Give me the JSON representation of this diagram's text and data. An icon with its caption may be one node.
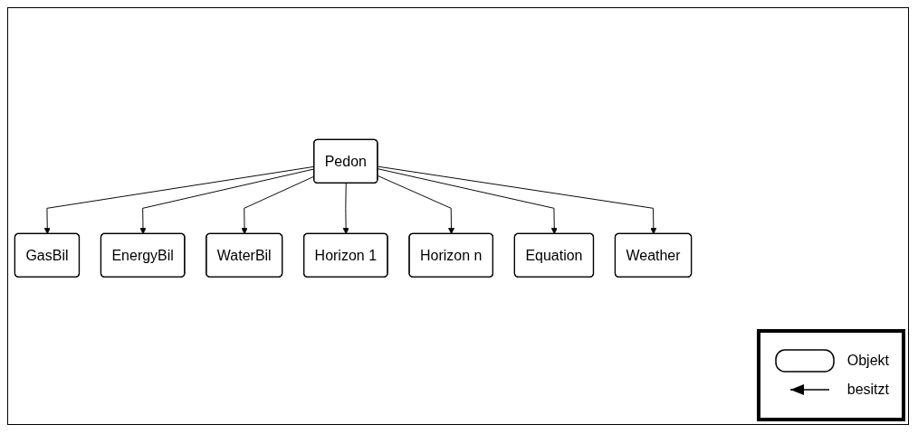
{
  "diagram": {
    "nodes": [
      {
        "text": [
          "Pedon"
        ]
      },
      {
        "text": [
          "GasBil"
        ]
      },
      {
        "text": [
          "EnergyBil"
        ]
      },
      {
        "text": [
          "WaterBil"
        ]
      },
      {
        "text": [
          "Horizon 1"
        ]
      },
      {
        "text": [
          "Horizon n"
        ]
      },
      {
        "text": [
          "Equation"
        ]
      },
      {
        "text": [
          "Weather"
        ]
      }
    ],
    "edges": [
      {
        "from": 0,
        "to": 1,
        "arrow": "to"
      },
      {
        "from": 0,
        "to": 2,
        "arrow": "to"
      },
      {
        "from": 0,
        "to": 3,
        "arrow": "to"
      },
      {
        "from": 0,
        "to": 4,
        "arrow": "to"
      },
      {
        "from": 0,
        "to": 5,
        "arrow": "to"
      },
      {
        "from": 0,
        "to": 6,
        "arrow": "to"
      },
      {
        "from": 0,
        "to": 7,
        "arrow": "to"
      }
    ],
    "legend": [
      {
        "text": "Objekt"
      },
      {
        "text": "besitzt"
      }
    ]
  }
}
